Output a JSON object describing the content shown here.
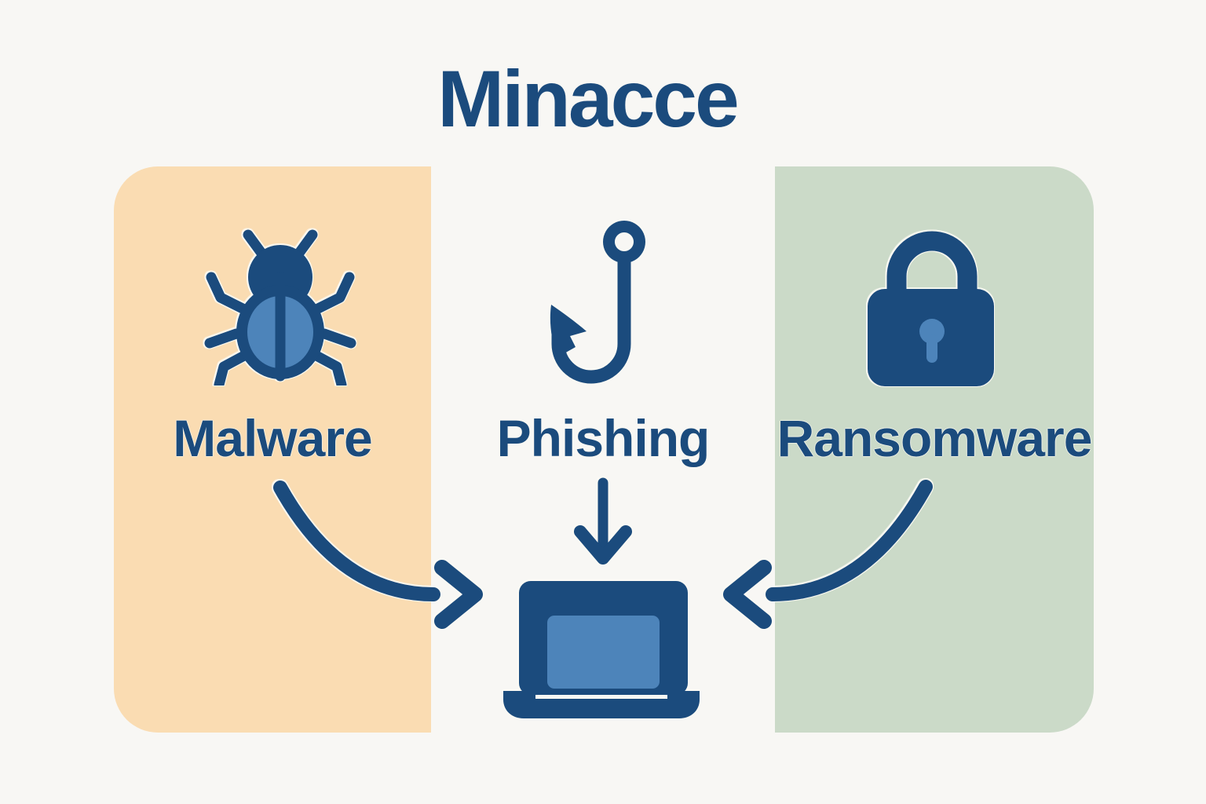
{
  "title": "Minacce",
  "colors": {
    "background": "#f8f7f4",
    "ink_navy": "#1b4b7d",
    "accent_blue": "#4d84ba",
    "panel_peach": "#fadcb2",
    "panel_green": "#cbdac8"
  },
  "threats": [
    {
      "label": "Malware",
      "icon": "bug-icon",
      "panel": "peach"
    },
    {
      "label": "Phishing",
      "icon": "fishhook-icon",
      "panel": "none"
    },
    {
      "label": "Ransomware",
      "icon": "padlock-icon",
      "panel": "green"
    }
  ],
  "target": {
    "icon": "laptop-icon"
  },
  "connections": [
    {
      "from": "Malware",
      "to": "laptop",
      "style": "curved-arrow-right"
    },
    {
      "from": "Phishing",
      "to": "laptop",
      "style": "straight-arrow-down"
    },
    {
      "from": "Ransomware",
      "to": "laptop",
      "style": "curved-arrow-left"
    }
  ]
}
